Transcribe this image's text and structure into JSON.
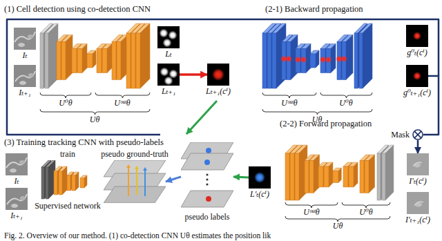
{
  "diagram": {
    "caption": "Fig. 2. Overview of our method. (1) co-detection CNN Uθ estimates the position lik",
    "nodes": [
      {
        "text": [
          "Iₜ"
        ]
      },
      {
        "text": [
          "Iₜ₊₁"
        ]
      },
      {
        "text": [
          "Lₜ"
        ]
      },
      {
        "text": [
          "Lₜ₊₁"
        ]
      },
      {
        "text": [
          "Lₜ₊₁(cⁱ)"
        ]
      },
      {
        "text": [
          "g⁰ₜ(cⁱ)"
        ]
      },
      {
        "text": [
          "g⁰ₜ₊₁(cⁱ)"
        ]
      },
      {
        "text": [
          "Mask"
        ]
      },
      {
        "text": [
          "I′ₜ(cⁱ)"
        ]
      },
      {
        "text": [
          "I′ₜ₊₁(cⁱ)"
        ]
      },
      {
        "text": [
          "Iₜ"
        ]
      },
      {
        "text": [
          "Iₜ₊₁"
        ]
      },
      {
        "text": [
          "train",
          "Supervised network"
        ]
      },
      {
        "text": [
          "pseudo ground-truth"
        ]
      },
      {
        "text": [
          "pseudo labels"
        ]
      },
      {
        "text": [
          "L′ₜ(cⁱ)"
        ]
      }
    ],
    "edges": [
      {
        "from": 3,
        "to": 4,
        "arrow": "to"
      },
      {
        "from": 6,
        "to": 7,
        "arrow": "none"
      },
      {
        "from": 7,
        "to": 8,
        "arrow": "to"
      },
      {
        "from": 15,
        "to": 14,
        "arrow": "to"
      },
      {
        "from": 14,
        "to": 13,
        "arrow": "to"
      }
    ],
    "labels": [
      "(1) Cell detection using co-detection CNN",
      "(2-1) Backward propagation",
      "(2-2) Forward propagation",
      "(3) Training tracking CNN with pseudo-labels",
      "U⁰θ",
      "Uᵒᵘᵗθ",
      "Uθ",
      "Uᵒᵘᵗθ",
      "U⁰θ",
      "Uθ",
      "Uᵒᵘᵗθ",
      "U⁰θ",
      "Uθ"
    ]
  }
}
